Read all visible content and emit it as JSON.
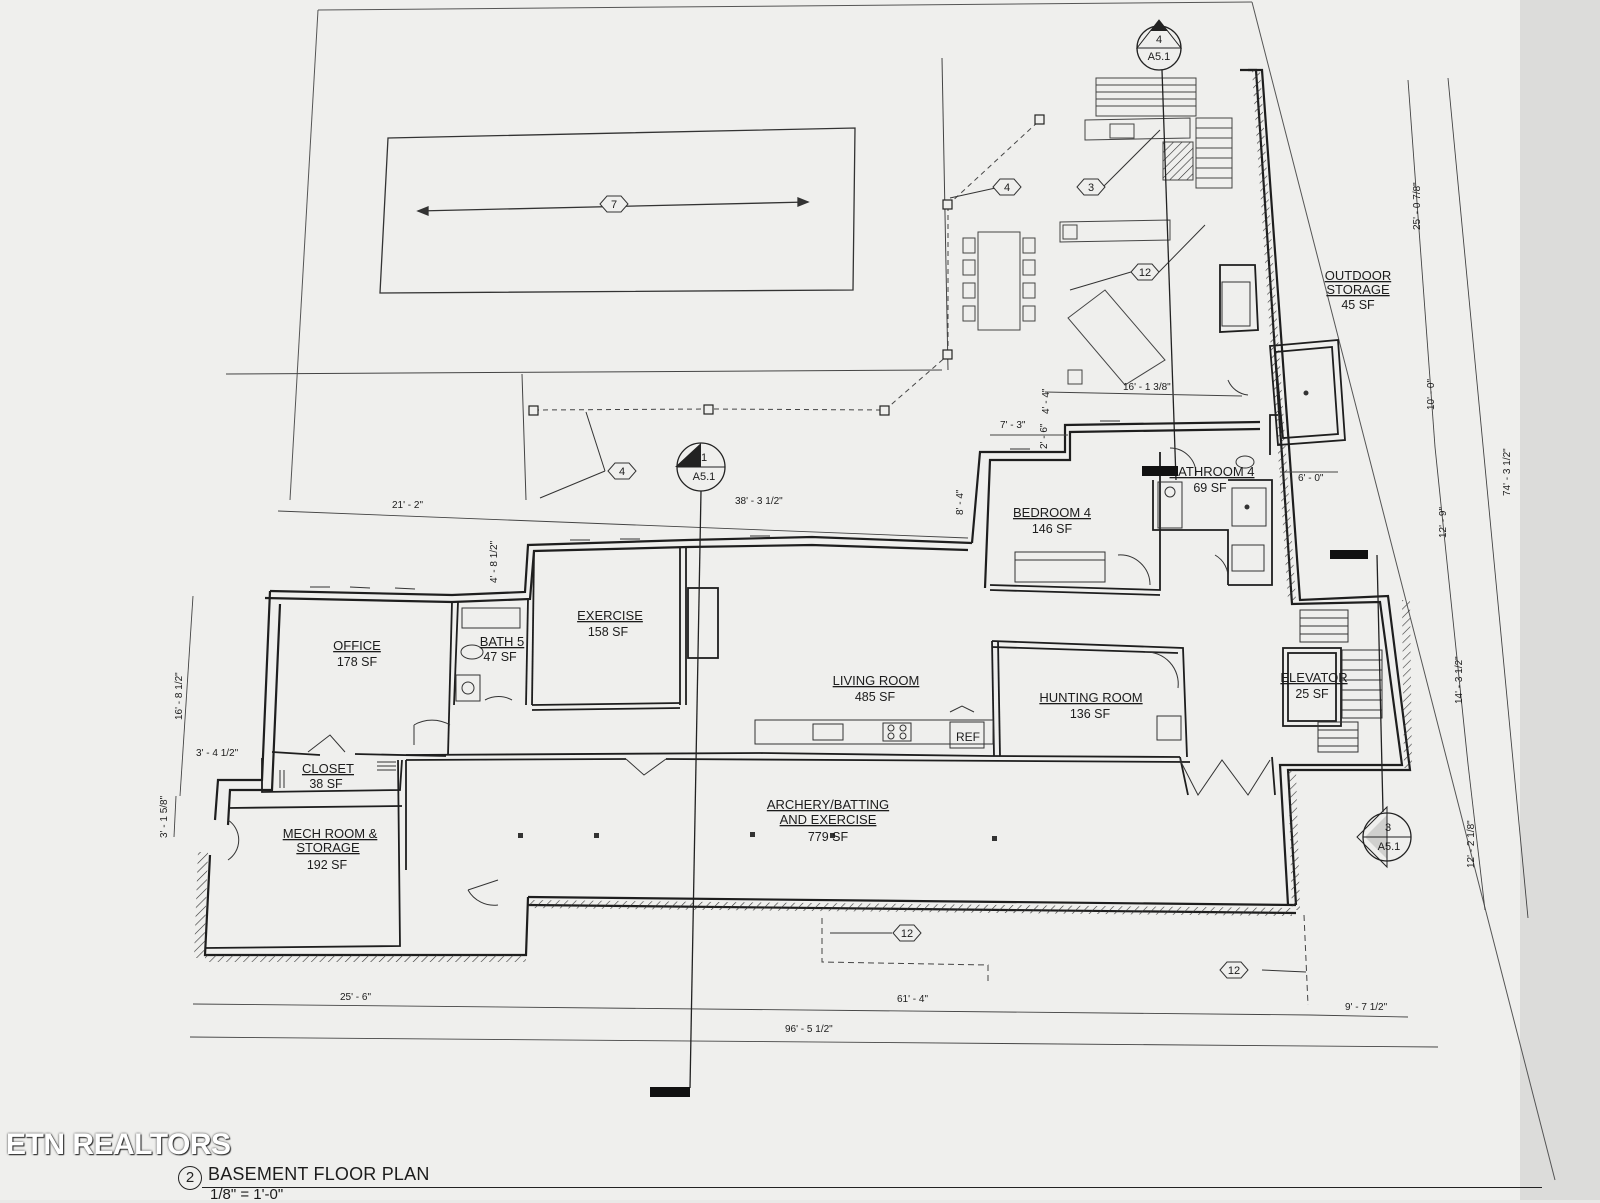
{
  "watermark": "ETN REALTORS",
  "title_block": {
    "view_number": "2",
    "title": "BASEMENT FLOOR PLAN",
    "scale": "1/8\" = 1'-0\""
  },
  "rooms": [
    {
      "name": "OFFICE",
      "area": "178 SF"
    },
    {
      "name": "BATH 5",
      "area": "47 SF"
    },
    {
      "name": "EXERCISE",
      "area": "158 SF"
    },
    {
      "name": "LIVING ROOM",
      "area": "485 SF"
    },
    {
      "name": "BEDROOM 4",
      "area": "146 SF"
    },
    {
      "name": "BATHROOM 4",
      "area": "69 SF"
    },
    {
      "name": "OUTDOOR",
      "name2": "STORAGE",
      "area": "45 SF"
    },
    {
      "name": "HUNTING ROOM",
      "area": "136 SF"
    },
    {
      "name": "ELEVATOR",
      "area": "25 SF"
    },
    {
      "name": "CLOSET",
      "area": "38 SF"
    },
    {
      "name": "MECH ROOM &",
      "name2": "STORAGE",
      "area": "192 SF"
    },
    {
      "name": "ARCHERY/BATTING",
      "name2": "AND EXERCISE",
      "area": "779 SF"
    }
  ],
  "fixture_labels": {
    "ref": "REF"
  },
  "dimensions": {
    "d_21_2": "21' - 2\"",
    "d_38_3": "38' - 3 1/2\"",
    "d_7_3": "7' - 3\"",
    "d_16_1": "16' - 1 3/8\"",
    "d_8_4": "8' - 4\"",
    "d_4_4": "4' - 4\"",
    "d_2_6": "2' - 6\"",
    "d_4_8": "4' - 8 1/2\"",
    "d_16_8": "16' - 8 1/2\"",
    "d_3_4": "3' - 4 1/2\"",
    "d_3_1": "3' - 1 5/8\"",
    "d_25_0": "25' - 0 7/8\"",
    "d_10_0": "10' - 0\"",
    "d_12_9": "12' - 9\"",
    "d_74_3": "74' - 3 1/2\"",
    "d_14_3": "14' - 3 1/2\"",
    "d_12_2": "12' - 2 1/8\"",
    "d_6_0": "6' - 0\"",
    "d_25_6": "25' - 6\"",
    "d_61_4": "61' - 4\"",
    "d_9_7": "9' - 7 1/2\"",
    "d_96_5": "96' - 5 1/2\""
  },
  "keynotes": {
    "k7": "7",
    "k4": "4",
    "k3": "3",
    "k12": "12"
  },
  "section_markers": {
    "m1_num": "1",
    "m1_sheet": "A5.1",
    "m3_num": "3",
    "m3_sheet": "A5.1",
    "m4_num": "4",
    "m4_sheet": "A5.1"
  }
}
